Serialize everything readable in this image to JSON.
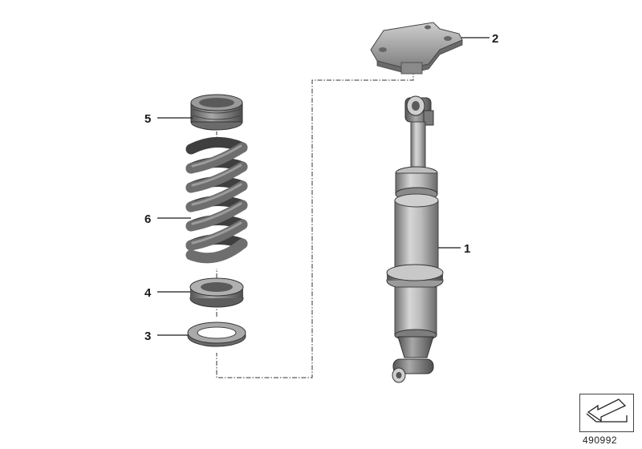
{
  "diagram": {
    "callouts": [
      {
        "id": "1",
        "label": "1"
      },
      {
        "id": "2",
        "label": "2"
      },
      {
        "id": "3",
        "label": "3"
      },
      {
        "id": "4",
        "label": "4"
      },
      {
        "id": "5",
        "label": "5"
      },
      {
        "id": "6",
        "label": "6"
      }
    ],
    "reference_number": "490992",
    "colors": {
      "part_dark": "#5c5c5c",
      "part_mid": "#8a8a8a",
      "part_light": "#b8b8b8",
      "line": "#1a1a1a"
    }
  }
}
